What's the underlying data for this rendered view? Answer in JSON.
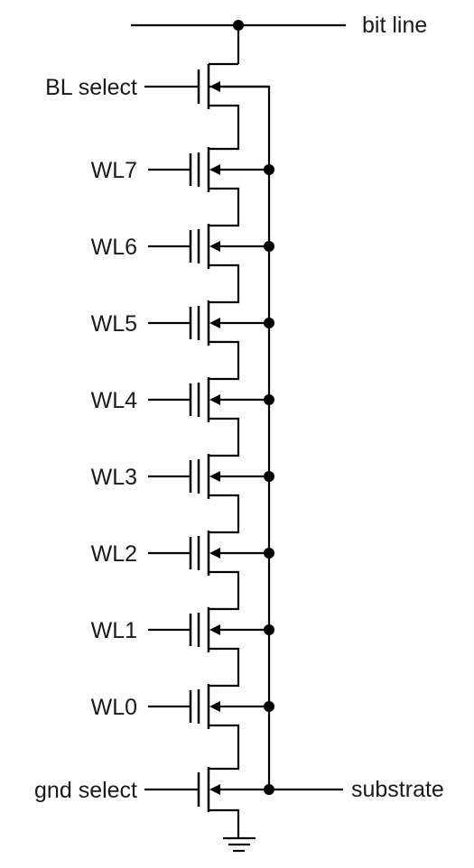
{
  "top_terminal": "bit line",
  "bottom_terminal": "substrate",
  "transistors": [
    {
      "label": "BL select"
    },
    {
      "label": "WL7"
    },
    {
      "label": "WL6"
    },
    {
      "label": "WL5"
    },
    {
      "label": "WL4"
    },
    {
      "label": "WL3"
    },
    {
      "label": "WL2"
    },
    {
      "label": "WL1"
    },
    {
      "label": "WL0"
    },
    {
      "label": "gnd select"
    }
  ],
  "colors": {
    "line": "#000000",
    "text": "#1a1a1a",
    "background": "#ffffff"
  },
  "icons": {
    "ground": "ground-symbol-icon",
    "junction": "junction-dot-icon"
  }
}
